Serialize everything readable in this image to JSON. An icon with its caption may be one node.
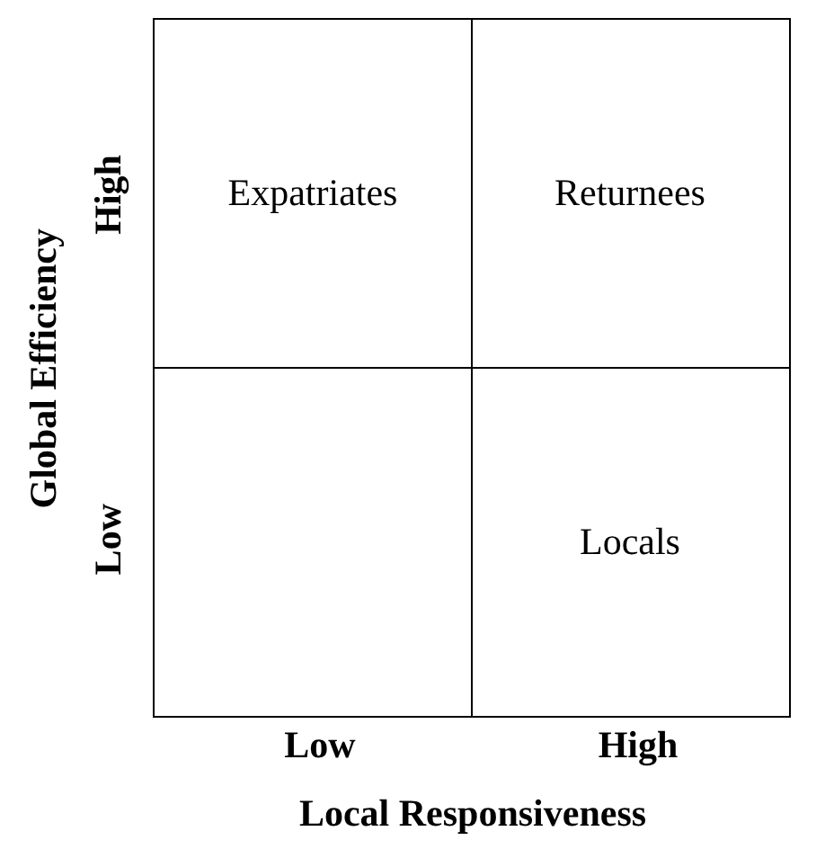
{
  "diagram": {
    "nodes": [
      {
        "text": [
          "Expatriates"
        ]
      },
      {
        "text": [
          "Returnees"
        ]
      },
      {
        "text": [],
        "shape": "box"
      },
      {
        "text": [
          "Locals"
        ]
      }
    ],
    "labels": [
      "Global Efficiency",
      "High",
      "Low",
      "Low",
      "High",
      "Local Responsiveness"
    ]
  }
}
